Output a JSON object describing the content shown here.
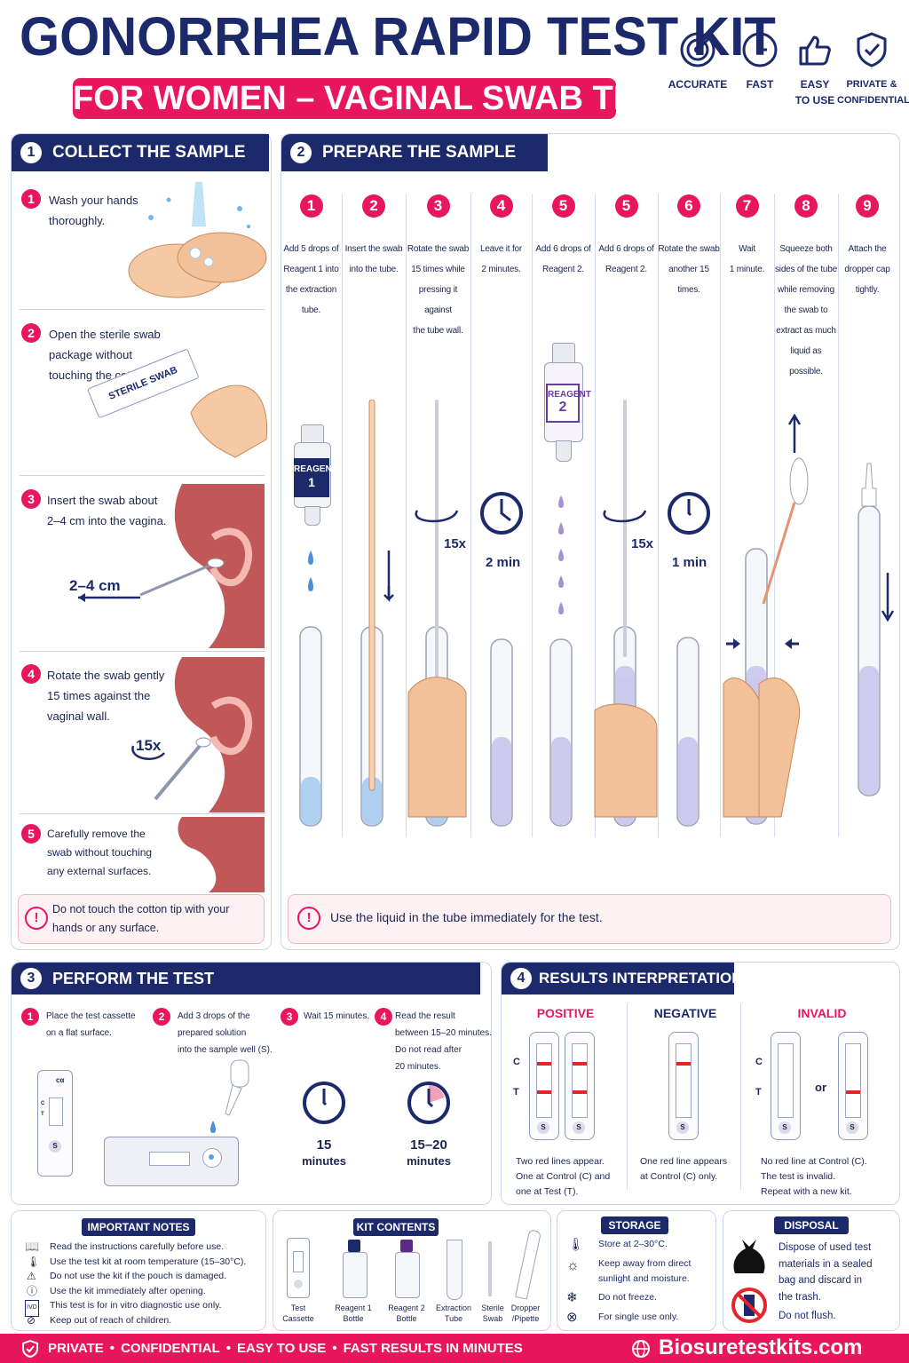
{
  "header": {
    "title": "GONORRHEA RAPID TEST KIT",
    "subtitle": "FOR WOMEN – VAGINAL SWAB TEST",
    "features": [
      {
        "icon": "target-icon",
        "line1": "ACCURATE",
        "line2": ""
      },
      {
        "icon": "clock-icon",
        "line1": "FAST",
        "line2": ""
      },
      {
        "icon": "thumbs-up-icon",
        "line1": "EASY",
        "line2": "TO USE"
      },
      {
        "icon": "shield-check-icon",
        "line1": "PRIVATE &",
        "line2": "CONFIDENTIAL"
      }
    ]
  },
  "collect": {
    "num": "1",
    "title": "COLLECT THE SAMPLE",
    "steps": [
      {
        "num": "1",
        "lines": [
          "Wash your hands",
          "thoroughly."
        ]
      },
      {
        "num": "2",
        "lines": [
          "Open the sterile swab",
          "package without",
          "touching the cotton tip."
        ]
      },
      {
        "num": "3",
        "lines": [
          "Insert the swab about",
          "2–4 cm into the vagina."
        ]
      },
      {
        "num": "4",
        "lines": [
          "Rotate the swab gently",
          "15 times against the",
          "vaginal wall."
        ]
      },
      {
        "num": "5",
        "lines": [
          "Carefully remove the",
          "swab without touching",
          "any external surfaces."
        ]
      }
    ],
    "pouch_label": "STERILE SWAB",
    "depth_label": "2–4 cm",
    "rotate_label": "15x",
    "warning_lines": [
      "Do not touch the cotton tip with your",
      "hands or any surface."
    ]
  },
  "prepare": {
    "num": "2",
    "title": "PREPARE THE SAMPLE",
    "steps": [
      {
        "num": "1",
        "lines": [
          "Add 5 drops of",
          "Reagent 1 into",
          "the extraction",
          "tube."
        ]
      },
      {
        "num": "2",
        "lines": [
          "Insert the swab",
          "into the tube."
        ]
      },
      {
        "num": "3",
        "lines": [
          "Rotate the swab",
          "15 times while",
          "pressing it against",
          "the tube wall."
        ]
      },
      {
        "num": "4",
        "lines": [
          "Leave it for",
          "2 minutes."
        ]
      },
      {
        "num": "5",
        "lines": [
          "Add 6 drops of",
          "Reagent 2."
        ]
      },
      {
        "num": "5",
        "lines": [
          "Add 6 drops of",
          "Reagent 2."
        ]
      },
      {
        "num": "6",
        "lines": [
          "Rotate the swab",
          "another 15 times."
        ]
      },
      {
        "num": "7",
        "lines": [
          "Wait",
          "1 minute."
        ]
      },
      {
        "num": "8",
        "lines": [
          "Squeeze both",
          "sides of the tube",
          "while removing",
          "the swab to",
          "extract as much",
          "liquid as possible."
        ]
      },
      {
        "num": "9",
        "lines": [
          "Attach the",
          "dropper cap",
          "tightly."
        ]
      }
    ],
    "reagent1_word": "REAGENT",
    "reagent1_num": "1",
    "reagent2_word": "REAGENT",
    "reagent2_num": "2",
    "rot1": "15x",
    "wait1": "2 min",
    "rot2": "15x",
    "wait2": "1 min",
    "warning": "Use the liquid in the tube immediately for the test."
  },
  "perform": {
    "num": "3",
    "title": "PERFORM THE TEST",
    "steps": [
      {
        "num": "1",
        "lines": [
          "Place the test cassette",
          "on a flat surface."
        ]
      },
      {
        "num": "2",
        "lines": [
          "Add 3 drops of the",
          "prepared solution",
          "into the sample well (S)."
        ]
      },
      {
        "num": "3",
        "lines": [
          "Wait 15 minutes."
        ]
      },
      {
        "num": "4",
        "lines": [
          "Read the result",
          "between 15–20 minutes.",
          "Do not read after",
          "20 minutes."
        ]
      }
    ],
    "timer1_top": "15",
    "timer1_bottom": "minutes",
    "timer2_top": "15–20",
    "timer2_bottom": "minutes",
    "cass_c": "C",
    "cass_t": "T",
    "cass_s": "S"
  },
  "results": {
    "num": "4",
    "title": "RESULTS INTERPRETATION",
    "positive": {
      "label": "POSITIVE",
      "lines": [
        "Two red lines appear.",
        "One at Control (C) and",
        "one at Test (T)."
      ]
    },
    "negative": {
      "label": "NEGATIVE",
      "lines": [
        "One red line appears",
        "at Control (C) only."
      ]
    },
    "invalid": {
      "label": "INVALID",
      "lines": [
        "No red line at Control (C).",
        "The test is invalid.",
        "Repeat with a new kit."
      ],
      "or": "or"
    },
    "c": "C",
    "t": "T",
    "s": "S",
    "colors": {
      "positive": "#e8175d",
      "negative": "#1c2a6b",
      "invalid": "#e8175d"
    }
  },
  "notes": {
    "title": "IMPORTANT NOTES",
    "items": [
      {
        "icon": "book-icon",
        "text": "Read the instructions carefully before use."
      },
      {
        "icon": "thermometer-icon",
        "text": "Use the test kit at room temperature (15–30°C)."
      },
      {
        "icon": "warning-triangle-icon",
        "text": "Do not use the kit if the pouch is damaged."
      },
      {
        "icon": "exclamation-icon",
        "text": "Use the kit immediately after opening."
      },
      {
        "icon": "ivd-icon",
        "text": "This test is for in vitro diagnostic use only."
      },
      {
        "icon": "child-icon",
        "text": "Keep out of reach of children."
      }
    ]
  },
  "kit": {
    "title": "KIT CONTENTS",
    "items": [
      {
        "l1": "Test",
        "l2": "Cassette"
      },
      {
        "l1": "Reagent 1",
        "l2": "Bottle"
      },
      {
        "l1": "Reagent 2",
        "l2": "Bottle"
      },
      {
        "l1": "Extraction",
        "l2": "Tube"
      },
      {
        "l1": "Sterile",
        "l2": "Swab"
      },
      {
        "l1": "Dropper",
        "l2": "/Pipette"
      }
    ]
  },
  "storage": {
    "title": "STORAGE",
    "items": [
      {
        "icon": "thermometer-icon",
        "lines": [
          "Store at 2–30°C."
        ]
      },
      {
        "icon": "sun-icon",
        "lines": [
          "Keep away from direct",
          "sunlight and moisture."
        ]
      },
      {
        "icon": "snowflake-icon",
        "lines": [
          "Do not freeze."
        ]
      },
      {
        "icon": "no-reuse-icon",
        "lines": [
          "For single use only."
        ]
      }
    ]
  },
  "disposal": {
    "title": "DISPOSAL",
    "lines": [
      "Dispose of used test",
      "materials in a sealed",
      "bag and discard in",
      "the trash."
    ],
    "flush": "Do not flush."
  },
  "footer": {
    "items": [
      "PRIVATE",
      "CONFIDENTIAL",
      "EASY TO USE",
      "FAST RESULTS IN MINUTES"
    ],
    "site": "Biosuretestkits.com"
  }
}
